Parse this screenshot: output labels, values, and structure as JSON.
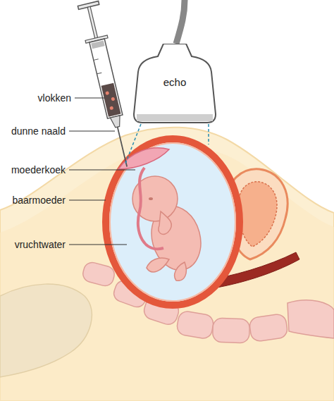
{
  "diagram": {
    "nodes": [
      {
        "text": [
          "echo"
        ]
      }
    ],
    "labels": [
      "vlokken",
      "dunne naald",
      "moederkoek",
      "baarmoeder",
      "vruchtwater"
    ]
  }
}
